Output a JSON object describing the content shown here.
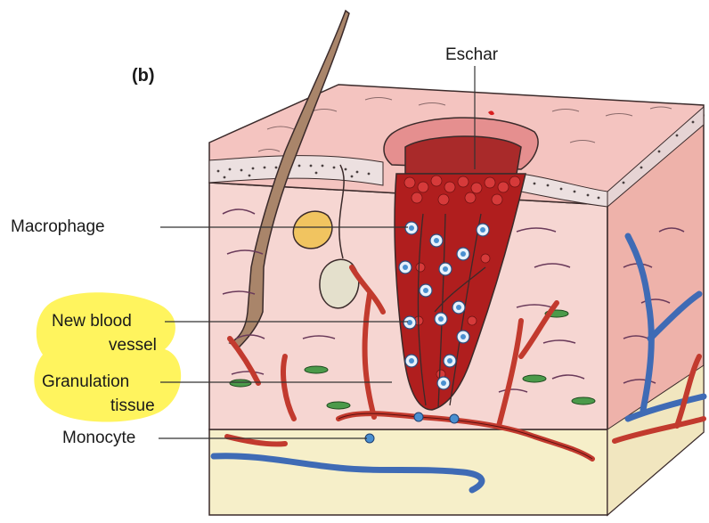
{
  "figure": {
    "panel_label": "(b)",
    "labels": {
      "eschar": "Eschar",
      "macrophage": "Macrophage",
      "new_blood_vessel_line1": "New blood",
      "new_blood_vessel_line2": "vessel",
      "granulation_tissue_line1": "Granulation",
      "granulation_tissue_line2": "tissue",
      "monocyte": "Monocyte"
    },
    "colors": {
      "epidermis": "#f4c4c0",
      "dermis": "#f6d6d2",
      "dermis_side": "#eeb2aa",
      "hypodermis": "#f6efc9",
      "clot": "#b01e1e",
      "vessel_red": "#c23a2e",
      "vessel_blue": "#3f6bb5",
      "highlight": "#fff34d",
      "cell_blue": "#4a8fd0",
      "fibroblast_green": "#4b9a4a"
    }
  }
}
